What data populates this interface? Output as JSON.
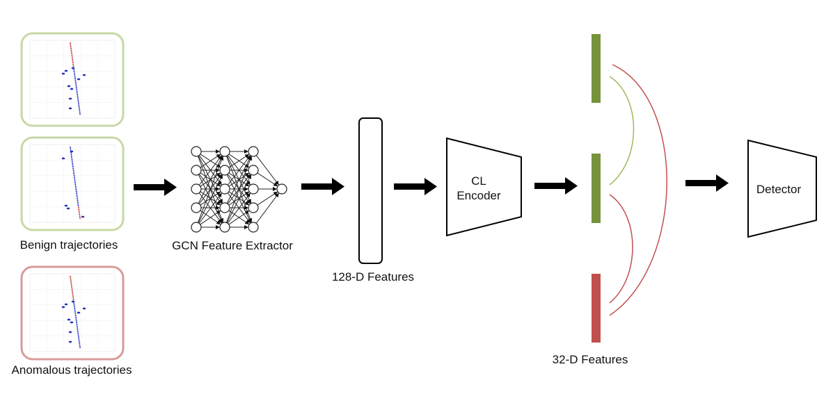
{
  "labels": {
    "benign": "Benign trajectories",
    "anomalous": "Anomalous trajectories",
    "gcn": "GCN Feature Extractor",
    "features128": "128-D Features",
    "encoder_line1": "CL",
    "encoder_line2": "Encoder",
    "features32": "32-D Features",
    "detector": "Detector"
  },
  "colors": {
    "benign_border": "#c5d9a4",
    "anomalous_border": "#d99a9a",
    "green_bar": "#76933c",
    "red_bar": "#c0504d",
    "green_arc": "#9bbb59",
    "red_arc": "#c0504d",
    "arrow": "#000000"
  },
  "icons": {
    "arrow": "right-arrow-icon",
    "network": "neural-network-icon"
  }
}
